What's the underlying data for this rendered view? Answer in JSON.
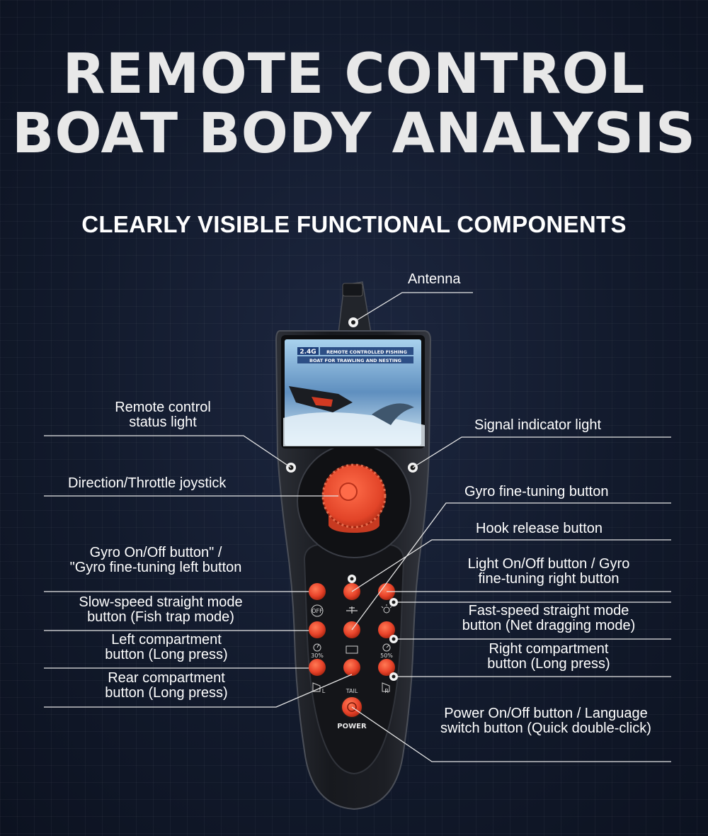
{
  "title": {
    "line1": "REMOTE CONTROL",
    "line2": "BOAT BODY ANALYSIS"
  },
  "subtitle": "CLEARLY VISIBLE FUNCTIONAL COMPONENTS",
  "screen": {
    "badge": "2.4G",
    "heading_line1": "REMOTE CONTROLLED FISHING",
    "heading_line2": "BOAT FOR TRAWLING AND NESTING"
  },
  "labels": {
    "antenna": "Antenna",
    "status_light": "Remote control\nstatus light",
    "signal_light": "Signal indicator light",
    "joystick": "Direction/Throttle joystick",
    "gyro_fine": "Gyro fine-tuning button",
    "hook_release": "Hook release button",
    "gyro_onoff": "Gyro On/Off button\" /\n\"Gyro fine-tuning left button",
    "light_onoff": "Light On/Off button / Gyro\nfine-tuning right button",
    "slow_speed": "Slow-speed straight mode\nbutton (Fish trap mode)",
    "fast_speed": "Fast-speed straight mode\nbutton (Net dragging mode)",
    "left_comp": "Left compartment\nbutton (Long press)",
    "right_comp": "Right compartment\nbutton (Long press)",
    "rear_comp": "Rear compartment\nbutton (Long press)",
    "power": "Power On/Off button / Language\nswitch button (Quick double-click)"
  },
  "buttons": {
    "off_symbol": "OFF",
    "power_label": "POWER",
    "tail_label": "TAIL",
    "l_label": "L",
    "r_label": "R",
    "pct_left": "30%",
    "pct_right": "50%"
  },
  "colors": {
    "accent_red": "#e8432a",
    "body_dark": "#1a1c22",
    "leader_line": "#e6e6e6"
  }
}
